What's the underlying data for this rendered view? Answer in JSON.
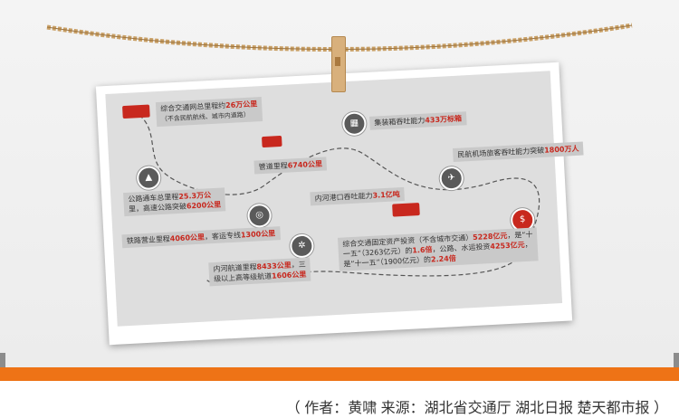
{
  "photo": {
    "items": [
      {
        "prefix": "综合交通网总里程约",
        "value": "26万公里",
        "suffix": "",
        "note": "（不含民航航线、城市内道路）"
      },
      {
        "prefix": "管道里程",
        "value": "6740公里",
        "suffix": "",
        "note": ""
      },
      {
        "prefix": "集装箱吞吐能力",
        "value": "433万标箱",
        "suffix": "",
        "note": ""
      },
      {
        "prefix": "公路通车总里程",
        "value": "25.3万公",
        "suffix": "",
        "note": ""
      },
      {
        "prefix": "里，高速公路突破",
        "value": "6200公里",
        "suffix": "",
        "note": ""
      },
      {
        "prefix": "内河港口吞吐能力",
        "value": "3.1亿吨",
        "suffix": "",
        "note": ""
      },
      {
        "prefix": "民航机场旅客吞吐能力突破",
        "value": "1800万人",
        "suffix": "",
        "note": ""
      },
      {
        "prefix": "铁路营业里程",
        "value": "4060公里",
        "suffix": "，客运专线",
        "value2": "1300公里"
      },
      {
        "prefix": "内河航道里程",
        "value": "8433公里",
        "suffix": "，三",
        "note": ""
      },
      {
        "prefix": "级以上高等级航道",
        "value": "1606公里",
        "suffix": "",
        "note": ""
      },
      {
        "prefix": "综合交通固定资产投资（不含城市交通）",
        "value": "5228亿元",
        "suffix": "，是“十"
      },
      {
        "prefix": "一五”（3263亿元）的",
        "value": "1.6倍",
        "suffix": "，公路、水运投资",
        "value2": "4253亿元",
        "suffix2": "，"
      },
      {
        "prefix": "是“十一五”（1900亿元）的",
        "value": "2.24倍",
        "suffix": ""
      }
    ]
  },
  "credit": "（ 作者：黄啸  来源：湖北省交通厅 湖北日报 楚天都市报 ）",
  "colors": {
    "accent": "#ee7316",
    "highlight": "#c8281e"
  }
}
